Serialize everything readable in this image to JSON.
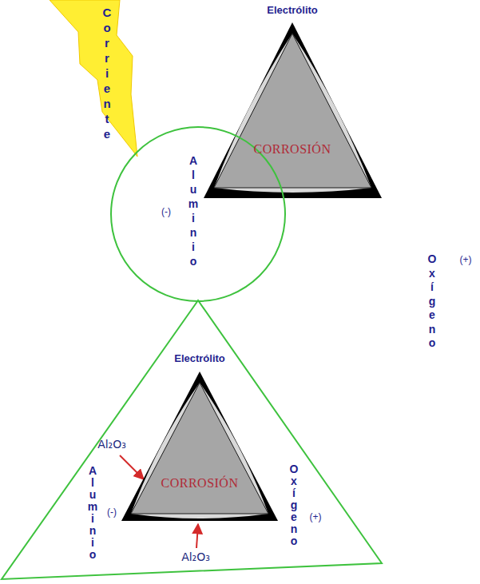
{
  "diagram": {
    "nodes": [
      {
        "text": [
          "Electrólito"
        ]
      },
      {
        "text": [
          "CORROSIÓN"
        ],
        "in": 0
      },
      {
        "text": [
          "Aluminio",
          "(-)"
        ]
      },
      {
        "text": [
          "Aluminio",
          "(-)",
          "Oxígeno",
          "(+)"
        ]
      },
      {
        "text": [
          "Electrólito"
        ],
        "in": 3
      },
      {
        "text": [
          "CORROSIÓN"
        ],
        "in": 4
      }
    ],
    "labels": [
      "Corriente",
      "Oxígeno",
      "(+)",
      "Al₂O₃",
      "Al₂O₃"
    ]
  }
}
